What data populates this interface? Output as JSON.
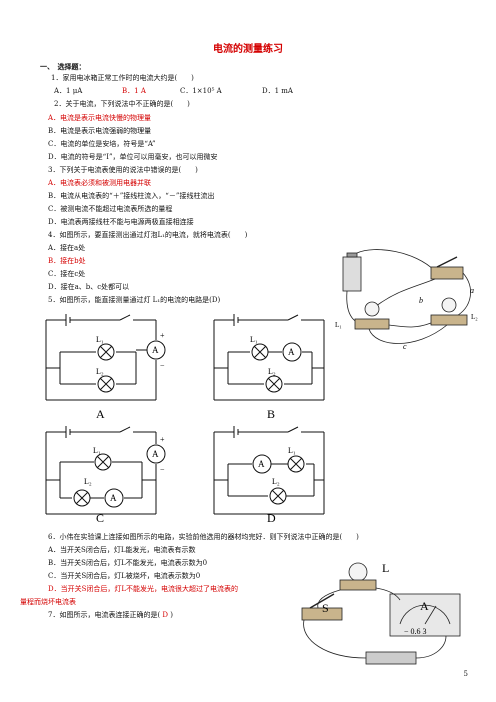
{
  "title": "电流的测量练习",
  "section": "一、　选择题：",
  "q1": "1．家用电冰箱正常工作时的电流大约是(　　)",
  "q1_opts": [
    "A．1 μA",
    "B．1 A",
    "C．1×10⁵ A",
    "D．1 mA"
  ],
  "q2": "2．关于电流，下列说法中不正确的是(　　)",
  "q2_opts": [
    "A．电流是表示电流快慢的物理量",
    "B．电流是表示电流强弱的物理量",
    "C．电流的单位是安培，符号是“A”",
    "D．电流的符号是“I”，单位可以用毫安，也可以用微安"
  ],
  "q3": "3．下列关于电流表使用的说法中错误的是(　　)",
  "q3_opts": [
    "A．电流表必须和被测用电器并联",
    "B．电流从电流表的“＋”接线柱流入，“－”接线柱流出",
    "C．被测电流不能超过电流表所选的量程",
    "D．电流表两接线柱不能与电源两极直接相连接"
  ],
  "q4": "4．如图所示，要直接测出通过灯泡L₁的电流，就将电流表(　　)",
  "q4_opts": [
    "A．接在a处",
    "B．接在b处",
    "C．接在c处",
    "D．接在a、b、c处都可以"
  ],
  "q5": "5．如图所示，能直接测量通过灯 L₁的电流的电路是(D)",
  "q6": "6．小伟在实验课上连接如图所示的电路，实验前他选用的器材均完好．则下列说法中正确的是(　　)",
  "q6_opts": [
    "A．当开关S闭合后，灯L能发光，电流表有示数",
    "B．当开关S闭合后，灯L不能发光，电流表示数为0",
    "C．当开关S闭合后，灯L被烧坏，电流表示数为0",
    "D．当开关S闭合后，灯L不能发光，电流很大超过了电流表的"
  ],
  "q6_cont": "量程而烧坏电流表",
  "q7": "7．如图所示，电流表连接正确的是(",
  "q7_ans": " D ",
  "q7_end": ")",
  "circuits": {
    "A": "A",
    "B": "B",
    "C": "C",
    "D": "D",
    "L1": "L₁",
    "L2": "L₂",
    "meter": "A",
    "plus": "+",
    "minus": "−"
  },
  "q4_fig": {
    "a": "a",
    "b": "b",
    "c": "c",
    "L1": "L₁",
    "L2": "L₂"
  },
  "q6_fig": {
    "L": "L",
    "S": "S",
    "meter": "A",
    "scale": "− 0.6 3"
  },
  "page": "5"
}
